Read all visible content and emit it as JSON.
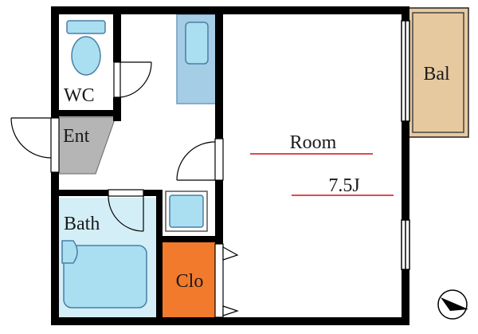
{
  "floorplan": {
    "rooms": {
      "wc": "WC",
      "entrance": "Ent",
      "bath": "Bath",
      "room": "Room",
      "room_size": "7.5J",
      "closet": "Clo",
      "balcony": "Bal"
    },
    "colors": {
      "wall": "#000000",
      "fixture": "#a9dff0",
      "fixture_outline": "#4a7fa8",
      "kitchen": "#a6cde6",
      "entrance_floor": "#b5b5b5",
      "bath_floor": "#d3eef7",
      "closet": "#f17a2c",
      "balcony": "#e7c9a0",
      "accent_line": "#d01010"
    },
    "compass": {
      "icon": "north-arrow-icon"
    }
  }
}
